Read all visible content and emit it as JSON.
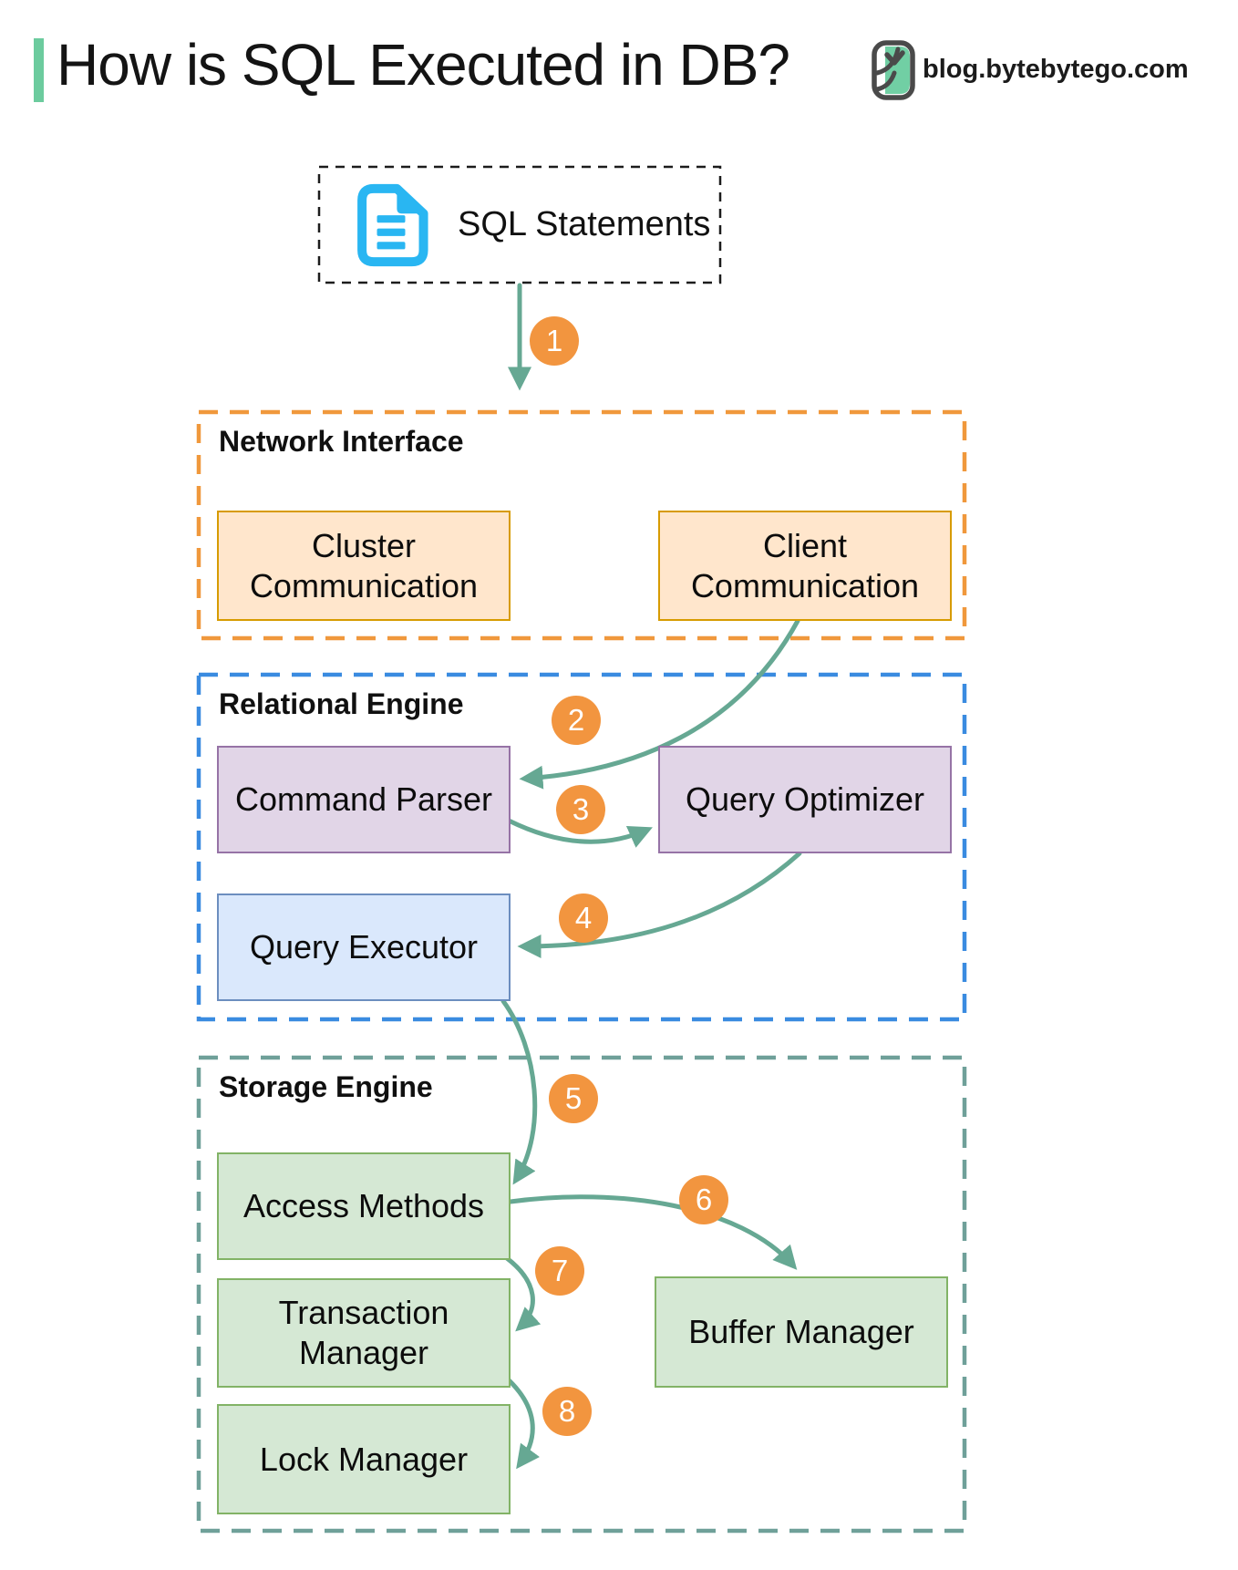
{
  "header": {
    "title": "How is SQL Executed in DB?",
    "site": "blog.bytebytego.com"
  },
  "source_box": {
    "label": "SQL Statements",
    "icon": "document-icon"
  },
  "sections": [
    {
      "label": "Network Interface",
      "boxes": [
        {
          "label": "Cluster Communication"
        },
        {
          "label": "Client Communication"
        }
      ]
    },
    {
      "label": "Relational Engine",
      "boxes": [
        {
          "label": "Command Parser"
        },
        {
          "label": "Query Optimizer"
        },
        {
          "label": "Query Executor"
        }
      ]
    },
    {
      "label": "Storage Engine",
      "boxes": [
        {
          "label": "Access Methods"
        },
        {
          "label": "Transaction Manager"
        },
        {
          "label": "Lock Manager"
        },
        {
          "label": "Buffer Manager"
        }
      ]
    }
  ],
  "steps": [
    {
      "n": "1",
      "from": "SQL Statements",
      "to": "Network Interface"
    },
    {
      "n": "2",
      "from": "Client Communication",
      "to": "Command Parser"
    },
    {
      "n": "3",
      "from": "Command Parser",
      "to": "Query Optimizer"
    },
    {
      "n": "4",
      "from": "Query Optimizer",
      "to": "Query Executor"
    },
    {
      "n": "5",
      "from": "Query Executor",
      "to": "Access Methods"
    },
    {
      "n": "6",
      "from": "Access Methods",
      "to": "Buffer Manager"
    },
    {
      "n": "7",
      "from": "Access Methods",
      "to": "Transaction Manager"
    },
    {
      "n": "8",
      "from": "Transaction Manager",
      "to": "Lock Manager"
    }
  ],
  "colors": {
    "accent_bar": "#6CCB9E",
    "arrow": "#66A893",
    "step_badge": "#F2953F",
    "network_border": "#F0983C",
    "relational_border": "#3A8BE0",
    "storage_border": "#6FA099",
    "orange_box_fill": "#FFE6CC",
    "orange_box_border": "#D79B00",
    "purple_box_fill": "#E1D5E7",
    "purple_box_border": "#9673A6",
    "blue_box_fill": "#DAE8FC",
    "blue_box_border": "#6C8EBF",
    "green_box_fill": "#D5E8D4",
    "green_box_border": "#82B366",
    "doc_icon": "#29B6F2"
  }
}
